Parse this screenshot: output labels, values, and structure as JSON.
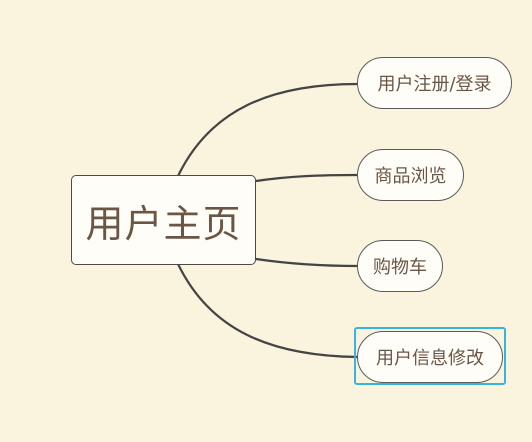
{
  "mindmap": {
    "root": {
      "label": "用户主页"
    },
    "children": [
      {
        "id": "register",
        "label": "用户注册/登录",
        "selected": false
      },
      {
        "id": "browse",
        "label": "商品浏览",
        "selected": false
      },
      {
        "id": "cart",
        "label": "购物车",
        "selected": false
      },
      {
        "id": "profile",
        "label": "用户信息修改",
        "selected": true
      }
    ]
  },
  "colors": {
    "background": "#faf3dd",
    "node_fill": "#fffdf7",
    "text": "#6b5646",
    "connector": "#444444",
    "selection": "#38b4e0"
  }
}
